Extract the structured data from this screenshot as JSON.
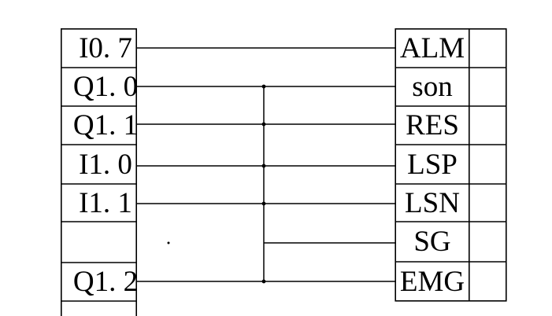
{
  "left_table": {
    "rows": [
      {
        "label": "I0. 7"
      },
      {
        "label": "Q1. 0"
      },
      {
        "label": "Q1. 1"
      },
      {
        "label": "I1. 0"
      },
      {
        "label": "I1. 1"
      },
      {
        "label": ""
      },
      {
        "label": "Q1. 2"
      },
      {
        "label": ""
      }
    ]
  },
  "right_table": {
    "rows": [
      {
        "label": "ALM",
        "value": ""
      },
      {
        "label": "son",
        "value": ""
      },
      {
        "label": "RES",
        "value": ""
      },
      {
        "label": "LSP",
        "value": ""
      },
      {
        "label": "LSN",
        "value": ""
      },
      {
        "label": "SG",
        "value": ""
      },
      {
        "label": "EMG",
        "value": ""
      }
    ]
  },
  "connections": [
    {
      "from": "I0. 7",
      "to": "ALM",
      "on_bus": false,
      "junction_dot": false
    },
    {
      "from": "Q1. 0",
      "to": "son",
      "on_bus": true,
      "junction_dot": true
    },
    {
      "from": "Q1. 1",
      "to": "RES",
      "on_bus": true,
      "junction_dot": true
    },
    {
      "from": "I1. 0",
      "to": "LSP",
      "on_bus": true,
      "junction_dot": true
    },
    {
      "from": "I1. 1",
      "to": "LSN",
      "on_bus": true,
      "junction_dot": true
    },
    {
      "from": "",
      "to": "SG",
      "on_bus": true,
      "junction_dot": false
    },
    {
      "from": "Q1. 2",
      "to": "EMG",
      "on_bus": true,
      "junction_dot": true
    }
  ],
  "colors": {
    "line": "#000000",
    "text": "#000000",
    "background": "#ffffff"
  }
}
